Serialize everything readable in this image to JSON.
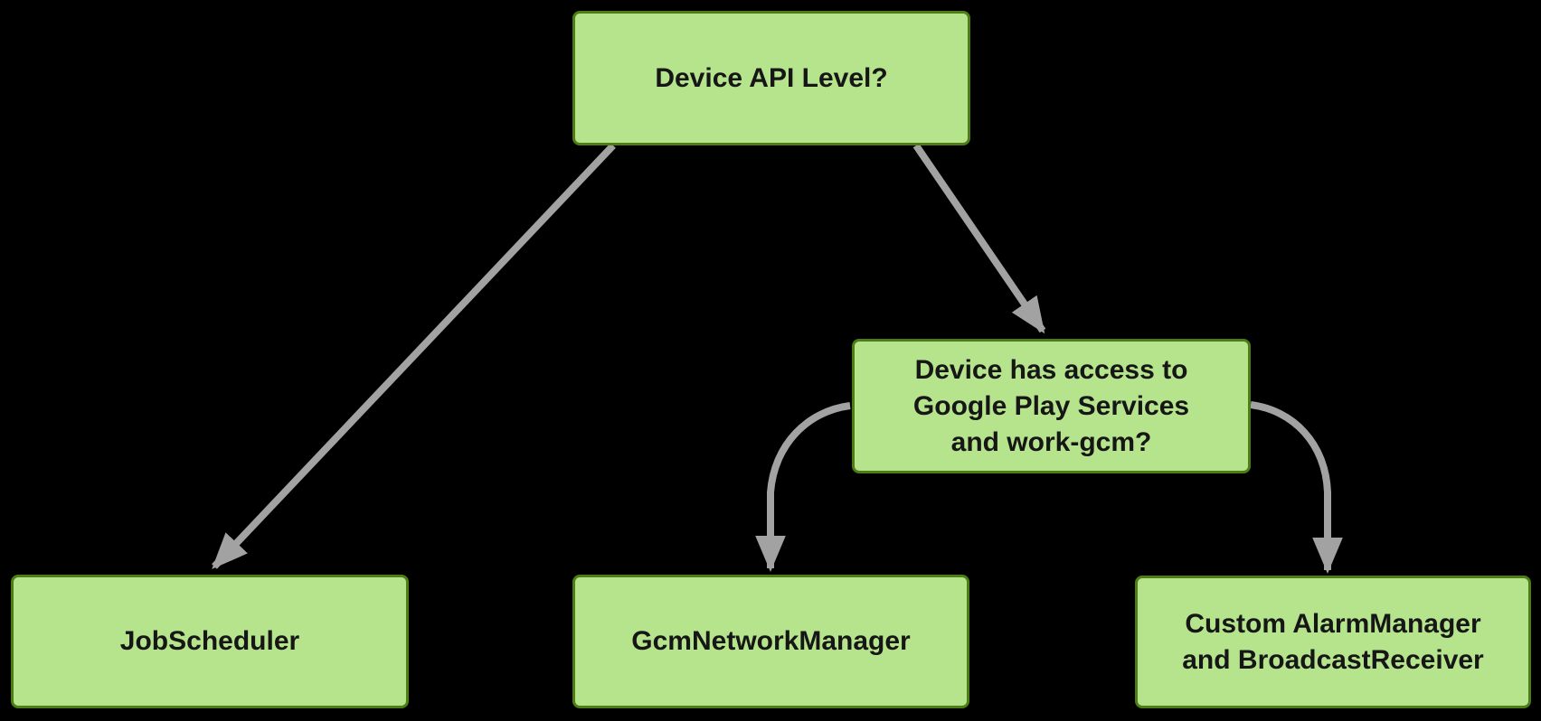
{
  "colors": {
    "background": "#000000",
    "node_fill": "#b5e48c",
    "node_border": "#4e7c15",
    "node_text": "#161616",
    "edge_color": "#a2a2a2"
  },
  "nodes": {
    "device_api_level": {
      "label": "Device API Level?"
    },
    "play_services": {
      "label": "Device has access to\nGoogle Play Services\nand work-gcm?"
    },
    "job_scheduler": {
      "label": "JobScheduler"
    },
    "gcm_network_manager": {
      "label": "GcmNetworkManager"
    },
    "custom_alarm_manager": {
      "label": "Custom AlarmManager\nand BroadcastReceiver"
    }
  },
  "edges": [
    {
      "from": "device_api_level",
      "to": "job_scheduler"
    },
    {
      "from": "device_api_level",
      "to": "play_services"
    },
    {
      "from": "play_services",
      "to": "gcm_network_manager"
    },
    {
      "from": "play_services",
      "to": "custom_alarm_manager"
    }
  ]
}
